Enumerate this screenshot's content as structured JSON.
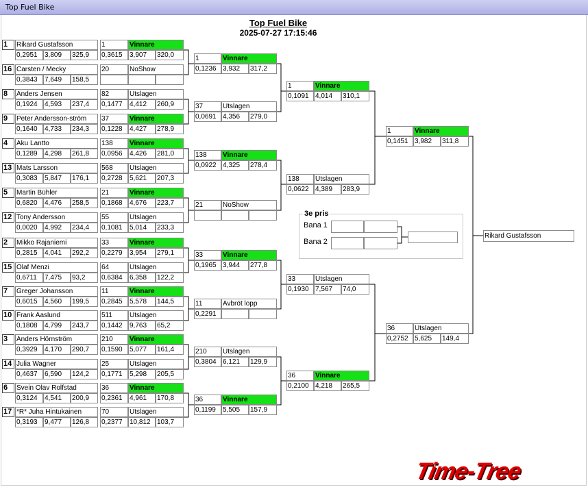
{
  "window": {
    "title": "Top Fuel Bike"
  },
  "event": {
    "title": "Top Fuel Bike",
    "datetime": "2025-07-27 17:15:46"
  },
  "colors": {
    "winner": "#16e016",
    "titlebar": "#aeb0e6",
    "logo": "#e00000"
  },
  "round1": [
    {
      "seed": "1",
      "name": "Rikard Gustafsson",
      "id": "1",
      "result": "Vinnare",
      "rt": "0,2951",
      "et": "3,809",
      "speed": "325,9",
      "rt2": "0,3615",
      "et2": "3,907",
      "speed2": "320,0"
    },
    {
      "seed": "16",
      "name": "Carsten / Mecky",
      "id": "20",
      "result": "NoShow",
      "rt": "0,3843",
      "et": "7,649",
      "speed": "158,5",
      "rt2": "",
      "et2": "",
      "speed2": ""
    },
    {
      "seed": "8",
      "name": "Anders Jensen",
      "id": "82",
      "result": "Utslagen",
      "rt": "0,1924",
      "et": "4,593",
      "speed": "237,4",
      "rt2": "0,1477",
      "et2": "4,412",
      "speed2": "260,9"
    },
    {
      "seed": "9",
      "name": "Peter Andersson-ström",
      "id": "37",
      "result": "Vinnare",
      "rt": "0,1640",
      "et": "4,733",
      "speed": "234,3",
      "rt2": "0,1228",
      "et2": "4,427",
      "speed2": "278,9"
    },
    {
      "seed": "4",
      "name": "Aku Lantto",
      "id": "138",
      "result": "Vinnare",
      "rt": "0,1289",
      "et": "4,298",
      "speed": "261,8",
      "rt2": "0,0956",
      "et2": "4,426",
      "speed2": "281,0"
    },
    {
      "seed": "13",
      "name": "Mats Larsson",
      "id": "568",
      "result": "Utslagen",
      "rt": "0,3083",
      "et": "5,847",
      "speed": "176,1",
      "rt2": "0,2728",
      "et2": "5,621",
      "speed2": "207,3"
    },
    {
      "seed": "5",
      "name": "Martin Bühler",
      "id": "21",
      "result": "Vinnare",
      "rt": "0,6820",
      "et": "4,476",
      "speed": "258,5",
      "rt2": "0,1868",
      "et2": "4,676",
      "speed2": "223,7"
    },
    {
      "seed": "12",
      "name": "Tony Andersson",
      "id": "55",
      "result": "Utslagen",
      "rt": "0,0020",
      "et": "4,992",
      "speed": "234,4",
      "rt2": "0,1081",
      "et2": "5,014",
      "speed2": "233,3"
    },
    {
      "seed": "2",
      "name": "Mikko Rajaniemi",
      "id": "33",
      "result": "Vinnare",
      "rt": "0,2815",
      "et": "4,041",
      "speed": "292,2",
      "rt2": "0,2279",
      "et2": "3,954",
      "speed2": "279,1"
    },
    {
      "seed": "15",
      "name": "Olaf Menzi",
      "id": "64",
      "result": "Utslagen",
      "rt": "0,6711",
      "et": "7,475",
      "speed": "93,2",
      "rt2": "0,6384",
      "et2": "6,358",
      "speed2": "122,2"
    },
    {
      "seed": "7",
      "name": "Greger Johansson",
      "id": "11",
      "result": "Vinnare",
      "rt": "0,6015",
      "et": "4,560",
      "speed": "199,5",
      "rt2": "0,2845",
      "et2": "5,578",
      "speed2": "144,5"
    },
    {
      "seed": "10",
      "name": "Frank Aaslund",
      "id": "511",
      "result": "Utslagen",
      "rt": "0,1808",
      "et": "4,799",
      "speed": "243,7",
      "rt2": "0,1442",
      "et2": "9,763",
      "speed2": "65,2"
    },
    {
      "seed": "3",
      "name": "Anders Hörnström",
      "id": "210",
      "result": "Vinnare",
      "rt": "0,3929",
      "et": "4,170",
      "speed": "290,7",
      "rt2": "0,1590",
      "et2": "5,077",
      "speed2": "161,4"
    },
    {
      "seed": "14",
      "name": "Julia Wagner",
      "id": "25",
      "result": "Utslagen",
      "rt": "0,4637",
      "et": "6,590",
      "speed": "124,2",
      "rt2": "0,1771",
      "et2": "5,298",
      "speed2": "205,5"
    },
    {
      "seed": "6",
      "name": "Svein Olav Rolfstad",
      "id": "36",
      "result": "Vinnare",
      "rt": "0,3124",
      "et": "4,541",
      "speed": "200,9",
      "rt2": "0,2361",
      "et2": "4,961",
      "speed2": "170,8"
    },
    {
      "seed": "17",
      "name": "*R* Juha Hintukainen",
      "id": "70",
      "result": "Utslagen",
      "rt": "0,3193",
      "et": "9,477",
      "speed": "126,8",
      "rt2": "0,2377",
      "et2": "10,812",
      "speed2": "103,7"
    }
  ],
  "quarter": [
    {
      "id": "1",
      "result": "Vinnare",
      "rt": "0,1236",
      "et": "3,932",
      "speed": "317,2"
    },
    {
      "id": "37",
      "result": "Utslagen",
      "rt": "0,0691",
      "et": "4,356",
      "speed": "279,0"
    },
    {
      "id": "138",
      "result": "Vinnare",
      "rt": "0,0922",
      "et": "4,325",
      "speed": "278,4"
    },
    {
      "id": "21",
      "result": "NoShow",
      "rt": "",
      "et": "",
      "speed": ""
    },
    {
      "id": "33",
      "result": "Vinnare",
      "rt": "0,1965",
      "et": "3,944",
      "speed": "277,8"
    },
    {
      "id": "11",
      "result": "Avbröt lopp",
      "rt": "0,2291",
      "et": "",
      "speed": ""
    },
    {
      "id": "210",
      "result": "Utslagen",
      "rt": "0,3804",
      "et": "6,121",
      "speed": "129,9"
    },
    {
      "id": "36",
      "result": "Vinnare",
      "rt": "0,1199",
      "et": "5,505",
      "speed": "157,9"
    }
  ],
  "semi": [
    {
      "id": "1",
      "result": "Vinnare",
      "rt": "0,1091",
      "et": "4,014",
      "speed": "310,1"
    },
    {
      "id": "138",
      "result": "Utslagen",
      "rt": "0,0622",
      "et": "4,389",
      "speed": "283,9"
    },
    {
      "id": "33",
      "result": "Utslagen",
      "rt": "0,1930",
      "et": "7,567",
      "speed": "74,0"
    },
    {
      "id": "36",
      "result": "Vinnare",
      "rt": "0,2100",
      "et": "4,218",
      "speed": "265,5"
    }
  ],
  "final": [
    {
      "id": "1",
      "result": "Vinnare",
      "rt": "0,1451",
      "et": "3,982",
      "speed": "311,8"
    },
    {
      "id": "36",
      "result": "Utslagen",
      "rt": "0,2752",
      "et": "5,625",
      "speed": "149,4"
    }
  ],
  "champion": "Rikard Gustafsson",
  "third_place": {
    "title": "3e pris",
    "lane1": "Bana 1",
    "lane2": "Bana 2"
  },
  "logo": "Time-Tree"
}
